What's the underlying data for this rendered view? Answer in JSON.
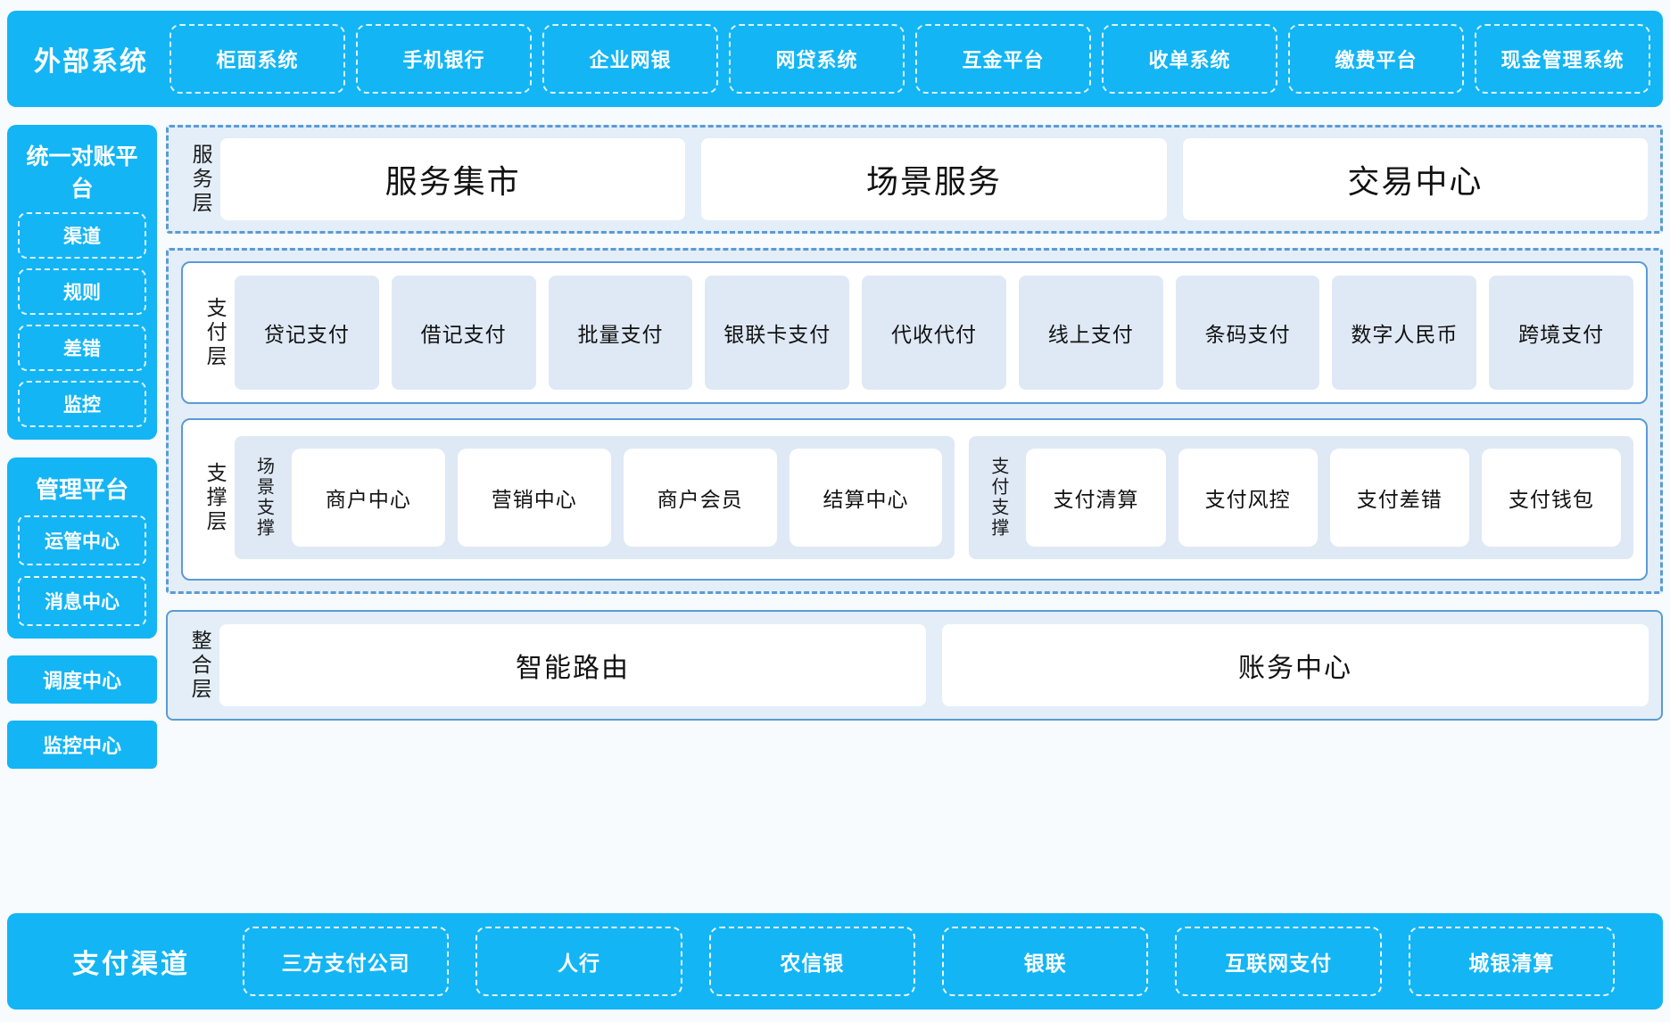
{
  "external_systems": {
    "title": "外部系统",
    "items": [
      "柜面系统",
      "手机银行",
      "企业网银",
      "网贷系统",
      "互金平台",
      "收单系统",
      "缴费平台",
      "现金管理系统"
    ]
  },
  "left_column": {
    "reconciliation": {
      "title": "统一对账平台",
      "items": [
        "渠道",
        "规则",
        "差错",
        "监控"
      ]
    },
    "management": {
      "title": "管理平台",
      "items": [
        "运管中心",
        "消息中心"
      ]
    },
    "standalone": [
      "调度中心",
      "监控中心"
    ]
  },
  "service_layer": {
    "label": "服务层",
    "cards": [
      "服务集市",
      "场景服务",
      "交易中心"
    ]
  },
  "payment_layer": {
    "label": "支付层",
    "items": [
      "贷记支付",
      "借记支付",
      "批量支付",
      "银联卡支付",
      "代收代付",
      "线上支付",
      "条码支付",
      "数字人民币",
      "跨境支付"
    ]
  },
  "support_layer": {
    "label": "支撑层",
    "groups": [
      {
        "label": "场景支撑",
        "cards": [
          "商户中心",
          "营销中心",
          "商户会员",
          "结算中心"
        ]
      },
      {
        "label": "支付支撑",
        "cards": [
          "支付清算",
          "支付风控",
          "支付差错",
          "支付钱包"
        ]
      }
    ]
  },
  "integration_layer": {
    "label": "整合层",
    "cards": [
      "智能路由",
      "账务中心"
    ]
  },
  "payment_channels": {
    "title": "支付渠道",
    "items": [
      "三方支付公司",
      "人行",
      "农信银",
      "银联",
      "互联网支付",
      "城银清算"
    ]
  },
  "colors": {
    "brand_blue": "#13b5f5",
    "panel_blue": "#e4eef8",
    "card_blue": "#dfe9f5",
    "border_blue": "#5b9bd5",
    "background": "#f7fbfd"
  }
}
